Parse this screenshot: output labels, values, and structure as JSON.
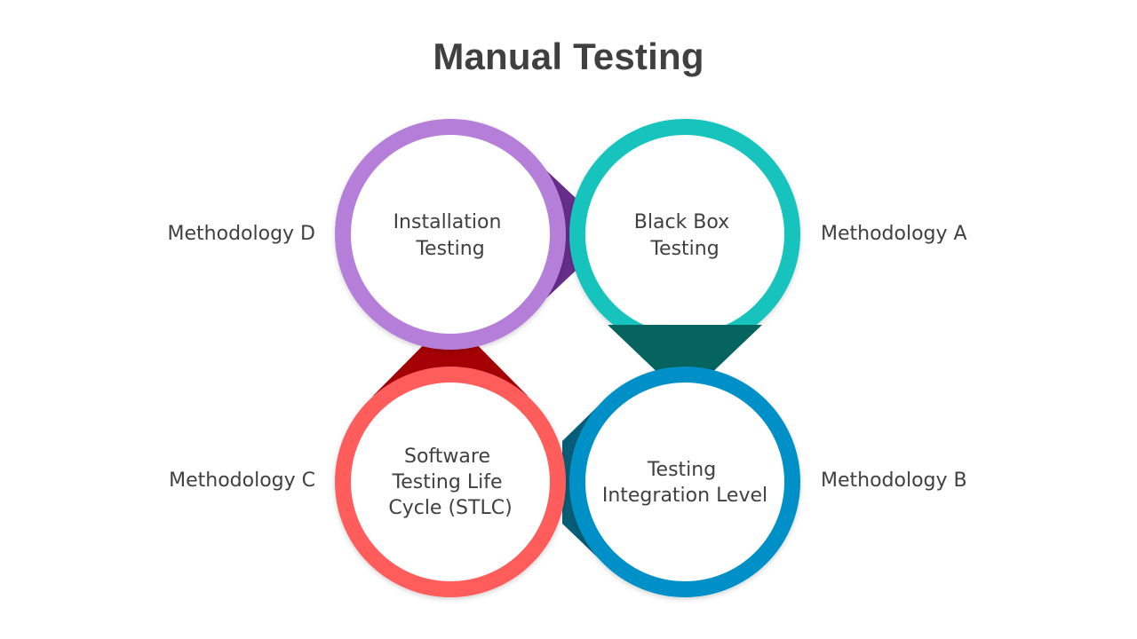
{
  "title": "Manual Testing",
  "colors": {
    "purple": "#b57fd9",
    "purple_dark": "#672d8a",
    "teal": "#12c4bd",
    "teal_dark": "#06645f",
    "red": "#ff5b5b",
    "red_dark": "#a50004",
    "blue": "#0490c8",
    "blue_dark": "#075e79",
    "text": "#404040"
  },
  "items": {
    "d": {
      "methodology": "Methodology D",
      "lines": [
        "Installation",
        "Testing"
      ]
    },
    "a": {
      "methodology": "Methodology A",
      "lines": [
        "Black Box",
        "Testing"
      ]
    },
    "c": {
      "methodology": "Methodology C",
      "lines": [
        "Software",
        "Testing Life",
        "Cycle (STLC)"
      ]
    },
    "b": {
      "methodology": "Methodology B",
      "lines": [
        "Testing",
        "Integration Level"
      ]
    }
  }
}
